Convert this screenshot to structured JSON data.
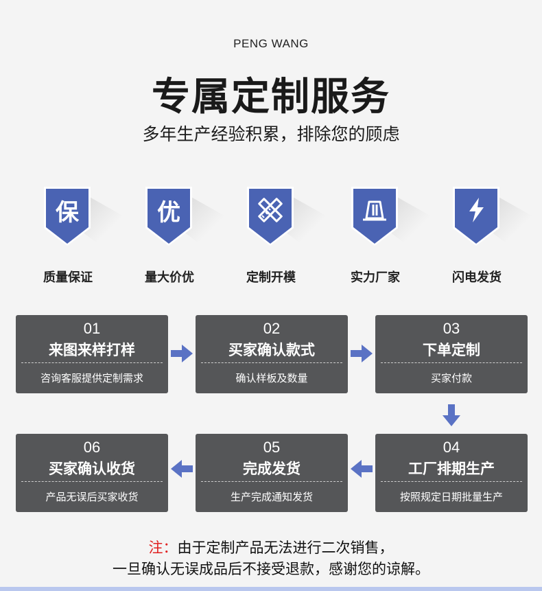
{
  "header": {
    "brand": "PENG WANG",
    "title": "专属定制服务",
    "subtitle": "多年生产经验积累，排除您的顾虑"
  },
  "features": [
    {
      "badge_text": "保",
      "label": "质量保证",
      "icon": "text-badge"
    },
    {
      "badge_text": "优",
      "label": "量大价优",
      "icon": "text-badge"
    },
    {
      "badge_text": "",
      "label": "定制开模",
      "icon": "pencil-ruler-icon"
    },
    {
      "badge_text": "",
      "label": "实力厂家",
      "icon": "factory-icon"
    },
    {
      "badge_text": "",
      "label": "闪电发货",
      "icon": "lightning-icon"
    }
  ],
  "steps": [
    {
      "num": "01",
      "title": "来图来样打样",
      "desc": "咨询客服提供定制需求"
    },
    {
      "num": "02",
      "title": "买家确认款式",
      "desc": "确认样板及数量"
    },
    {
      "num": "03",
      "title": "下单定制",
      "desc": "买家付款"
    },
    {
      "num": "04",
      "title": "工厂排期生产",
      "desc": "按照规定日期批量生产"
    },
    {
      "num": "05",
      "title": "完成发货",
      "desc": "生产完成通知发货"
    },
    {
      "num": "06",
      "title": "买家确认收货",
      "desc": "产品无误后买家收货"
    }
  ],
  "note": {
    "prefix": "注：",
    "line1": "由于定制产品无法进行二次销售，",
    "line2": "一旦确认无误成品后不接受退款，感谢您的谅解。"
  },
  "colors": {
    "badge_blue": "#4a63b3",
    "card_gray": "#555658",
    "arrow_blue": "#5a72c4",
    "note_red": "#e02020",
    "background": "#f4f4f4"
  }
}
